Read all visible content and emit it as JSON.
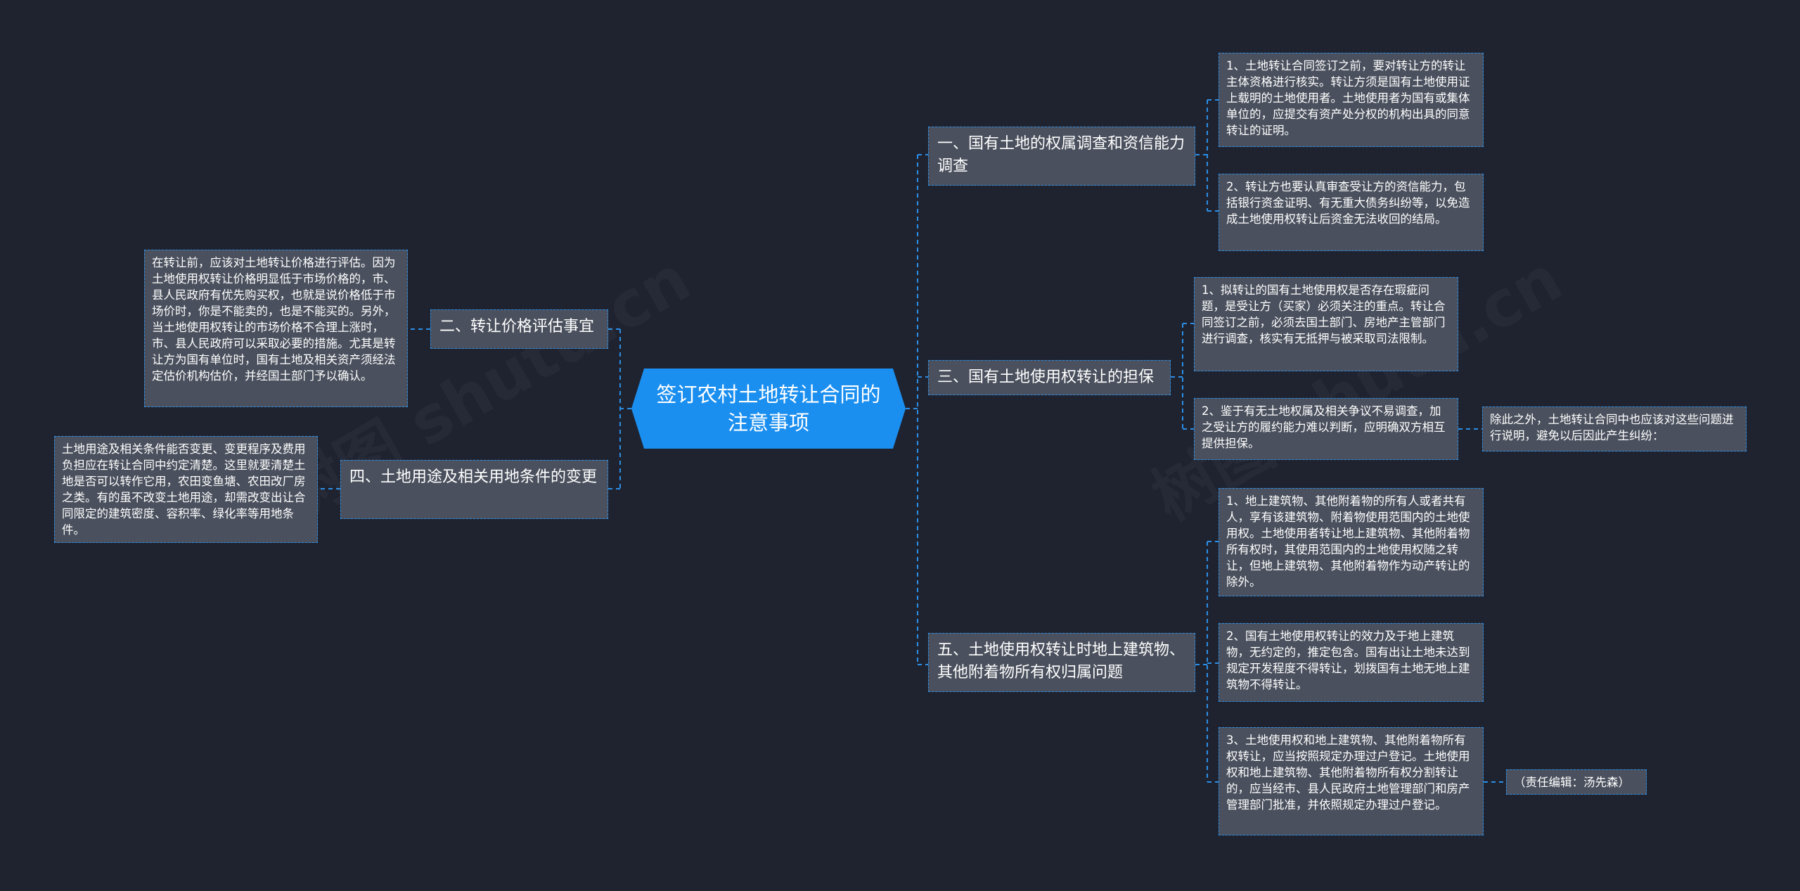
{
  "root": {
    "title": "签订农村土地转让合同的注意事项"
  },
  "right": [
    {
      "label": "一、国有土地的权属调查和资信能力调查",
      "children": [
        "1、土地转让合同签订之前，要对转让方的转让主体资格进行核实。转让方须是国有土地使用证上载明的土地使用者。土地使用者为国有或集体单位的，应提交有资产处分权的机构出具的同意转让的证明。",
        "2、转让方也要认真审查受让方的资信能力，包括银行资金证明、有无重大债务纠纷等，以免造成土地使用权转让后资金无法收回的结局。"
      ]
    },
    {
      "label": "三、国有土地使用权转让的担保",
      "children": [
        "1、拟转让的国有土地使用权是否存在瑕疵问题，是受让方（买家）必须关注的重点。转让合同签订之前，必须去国土部门、房地产主管部门进行调查，核实有无抵押与被采取司法限制。",
        "2、鉴于有无土地权属及相关争议不易调查，加之受让方的履约能力难以判断，应明确双方相互提供担保。"
      ],
      "extra": "除此之外，土地转让合同中也应该对这些问题进行说明，避免以后因此产生纠纷："
    },
    {
      "label": "五、土地使用权转让时地上建筑物、其他附着物所有权归属问题",
      "children": [
        "1、地上建筑物、其他附着物的所有人或者共有人，享有该建筑物、附着物使用范围内的土地使用权。土地使用者转让地上建筑物、其他附着物所有权时，其使用范围内的土地使用权随之转让，但地上建筑物、其他附着物作为动产转让的除外。",
        "2、国有土地使用权转让的效力及于地上建筑物，无约定的，推定包含。国有出让土地未达到规定开发程度不得转让，划拨国有土地无地上建筑物不得转让。",
        "3、土地使用权和地上建筑物、其他附着物所有权转让，应当按照规定办理过户登记。土地使用权和地上建筑物、其他附着物所有权分割转让的，应当经市、县人民政府土地管理部门和房产管理部门批准，并依照规定办理过户登记。"
      ],
      "extra": "（责任编辑：汤先森）"
    }
  ],
  "left": [
    {
      "label": "二、转让价格评估事宜",
      "child": "在转让前，应该对土地转让价格进行评估。因为土地使用权转让价格明显低于市场价格的，市、县人民政府有优先购买权，也就是说价格低于市场价时，你是不能卖的，也是不能买的。另外，当土地使用权转让的市场价格不合理上涨时，市、县人民政府可以采取必要的措施。尤其是转让方为国有单位时，国有土地及相关资产须经法定估价机构估价，并经国土部门予以确认。"
    },
    {
      "label": "四、土地用途及相关用地条件的变更",
      "child": "土地用途及相关条件能否变更、变更程序及费用负担应在转让合同中约定清楚。这里就要清楚土地是否可以转作它用，农田变鱼塘、农田改厂房之类。有的虽不改变土地用途，却需改变出让合同限定的建筑密度、容积率、绿化率等用地条件。"
    }
  ],
  "colors": {
    "background": "#1f2330",
    "root": "#1b8ff0",
    "node": "#4a505d",
    "line": "#2b8ee6"
  }
}
